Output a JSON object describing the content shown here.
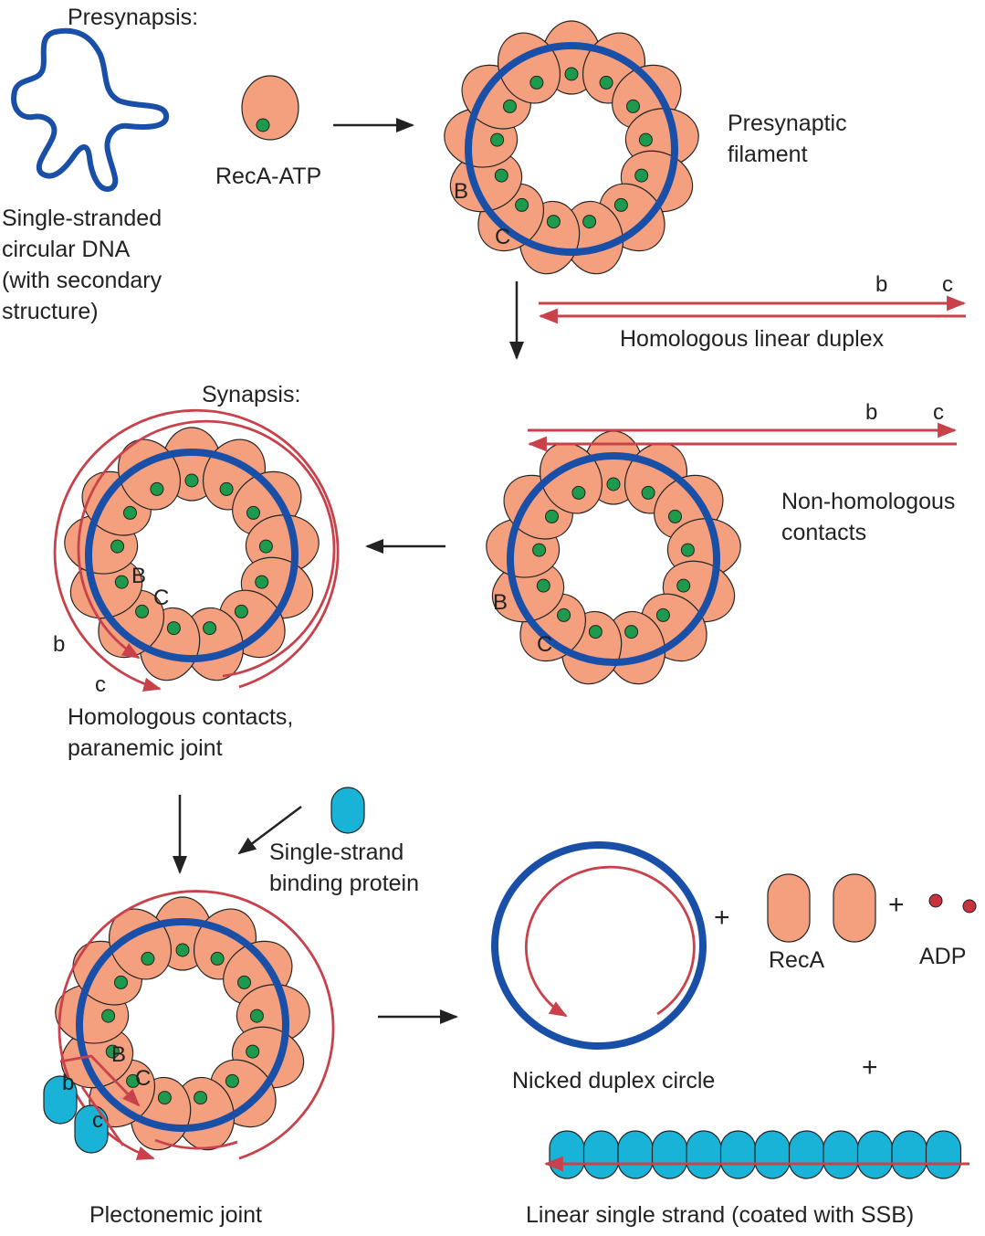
{
  "labels": {
    "presynapsis": "Presynapsis:",
    "recA_atp": "RecA-ATP",
    "ssdna": "Single-stranded\ncircular DNA\n(with secondary\nstructure)",
    "presynaptic_filament": "Presynaptic\nfilament",
    "homologous_linear_duplex": "Homologous linear duplex",
    "synapsis": "Synapsis:",
    "non_homologous": "Non-homologous\ncontacts",
    "homologous_contacts": "Homologous contacts,\nparanemic joint",
    "ssb": "Single-strand\nbinding protein",
    "plectonemic": "Plectonemic joint",
    "nicked": "Nicked duplex circle",
    "recA": "RecA",
    "adp": "ADP",
    "linear_ss": "Linear single strand (coated with SSB)"
  },
  "marks": {
    "B": "B",
    "C": "C",
    "b": "b",
    "c": "c",
    "plus": "+"
  },
  "colors": {
    "dna_blue": "#1a4fa8",
    "strand_red": "#c8414b",
    "recA_fill": "#f4a07e",
    "atp_green": "#1e9a4c",
    "ssb_cyan": "#1ab3d8",
    "adp_red": "#c8323c",
    "arrow": "#222222"
  }
}
